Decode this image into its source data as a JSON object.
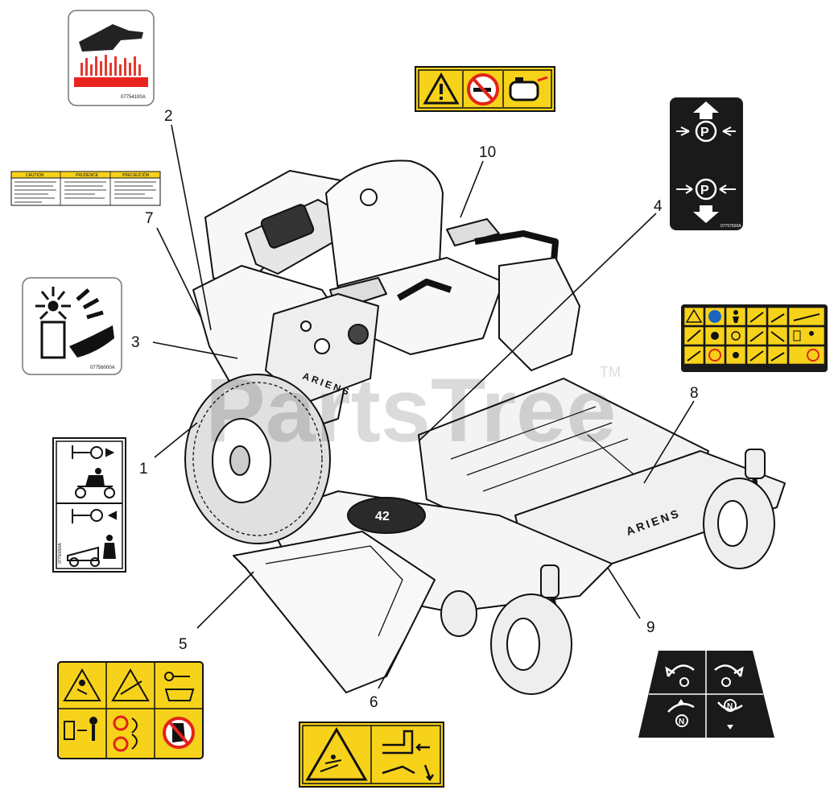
{
  "watermark": {
    "text": "PartsTree",
    "tm": "TM"
  },
  "machine": {
    "brand": "ARIENS",
    "deck_size": "42"
  },
  "callouts": [
    {
      "number": "1"
    },
    {
      "number": "2"
    },
    {
      "number": "3"
    },
    {
      "number": "4"
    },
    {
      "number": "5"
    },
    {
      "number": "6"
    },
    {
      "number": "7"
    },
    {
      "number": "8"
    },
    {
      "number": "9"
    },
    {
      "number": "10"
    }
  ],
  "decals": {
    "hot_surface": {
      "code": "07754100A",
      "icons": [
        "hot-surface-hand-icon"
      ]
    },
    "fuel_warning": {
      "icons": [
        "warning-triangle-icon",
        "no-smoking-icon",
        "fuel-tank-icon"
      ]
    },
    "caution_text": {
      "headers": [
        "CAUTION",
        "PRUDENCE",
        "PRECAUCIÓN"
      ]
    },
    "park_brake": {
      "code": "07757500A",
      "symbol": "P",
      "icons": [
        "park-brake-engage-icon",
        "park-brake-release-icon"
      ]
    },
    "battery_explosion": {
      "code": "07756000A",
      "icons": [
        "battery-explosion-icon"
      ]
    },
    "mower_warning_grid": {
      "icons": [
        "warning-triangle-icon",
        "read-manual-icon",
        "operator-icon"
      ]
    },
    "control_lever": {
      "code": "07750000A",
      "icons": [
        "lever-forward-icon",
        "lever-back-icon"
      ]
    },
    "safety_grid": {
      "icons": [
        "thrown-object-icon",
        "slope-icon",
        "remove-key-icon",
        "bystander-distance-icon",
        "no-children-icon",
        "no-foot-icon"
      ]
    },
    "discharge_warning": {
      "icons": [
        "thrown-object-warning-icon",
        "discharge-chute-icon"
      ]
    },
    "steering_neutral": {
      "symbol": "N",
      "icons": [
        "turn-left-icon",
        "turn-right-icon",
        "neutral-forward-icon",
        "neutral-reverse-icon"
      ]
    }
  }
}
